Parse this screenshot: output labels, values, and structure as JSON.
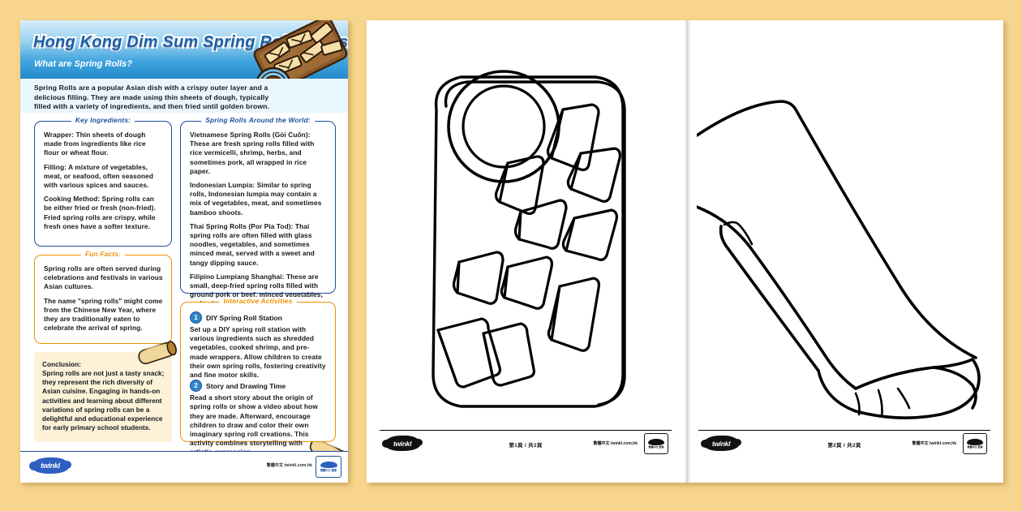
{
  "background_color": "#f7d58c",
  "documents": [
    {
      "id": "factsheet",
      "header": {
        "title": "Hong Kong Dim Sum Spring Rolls Factsheet",
        "subtitle": "What are Spring Rolls?",
        "intro": "Spring Rolls are a popular Asian dish with a crispy outer layer and a delicious filling. They are made using thin sheets of dough, typically filled with a variety of ingredients, and then fried until golden brown.",
        "art": "spring-rolls-on-board-illustration"
      },
      "boxes": {
        "key_ingredients": {
          "label": "Key Ingredients:",
          "accent": "#1b4f9c",
          "paragraphs": [
            "Wrapper: Thin sheets of dough made from ingredients like rice flour or wheat flour.",
            "Filling: A mixture of vegetables, meat, or seafood, often seasoned with various spices and sauces.",
            "Cooking Method: Spring rolls can be either fried or fresh (non-fried). Fried spring rolls are crispy, while fresh ones have a softer texture."
          ]
        },
        "around_the_world": {
          "label": "Spring Rolls Around the World:",
          "accent": "#1b4f9c",
          "paragraphs": [
            "Vietnamese Spring Rolls (Gỏi Cuốn): These are fresh spring rolls filled with rice vermicelli, shrimp, herbs, and sometimes pork, all wrapped in rice paper.",
            "Indonesian Lumpia: Similar to spring rolls, Indonesian lumpia may contain a mix of vegetables, meat, and sometimes bamboo shoots.",
            "Thai Spring Rolls (Por Pia Tod): Thai spring rolls are often filled with glass noodles, vegetables, and sometimes minced meat, served with a sweet and tangy dipping sauce.",
            "Filipino Lumpiang Shanghai: These are small, deep-fried spring rolls filled with ground pork or beef, minced vegetables, and spices."
          ]
        },
        "fun_facts": {
          "label": "Fun Facts:",
          "accent": "#f09000",
          "paragraphs": [
            "Spring rolls are often served during celebrations and festivals in various Asian cultures.",
            "The name \"spring rolls\" might come from the Chinese New Year, where they are traditionally eaten to celebrate the arrival of spring."
          ]
        },
        "activities": {
          "label": "Interactive Activities",
          "accent": "#f09000",
          "items": [
            {
              "number": "1",
              "title": "DIY Spring Roll Station",
              "text": "Set up a DIY spring roll station with various ingredients such as shredded vegetables, cooked shrimp, and pre-made wrappers. Allow children to create their own spring rolls, fostering creativity and fine motor skills."
            },
            {
              "number": "2",
              "title": "Story and Drawing Time",
              "text": "Read a short story about the origin of spring rolls or show a video about how they are made. Afterward, encourage children to draw and color their own imaginary spring roll creations. This activity combines storytelling with artistic expression."
            }
          ]
        },
        "conclusion": {
          "title": "Conclusion:",
          "text": "Spring rolls are not just a tasty snack; they represent the rich diversity of Asian cuisine. Engaging in hands-on activities and learning about different variations of spring rolls can be a delightful and educational experience for early primary school students."
        }
      },
      "footer": {
        "logo": "twinkl",
        "url": "繁體中文 twinkl.com.hk",
        "badge_text": "繁體中文 資源"
      }
    },
    {
      "id": "coloring-spread",
      "pages": [
        {
          "illustration": "spring-rolls-platter-with-dipping-bowl-line-art",
          "footer": {
            "logo": "twinkl",
            "page_number": "第1頁 / 共2頁",
            "url": "繁體中文 twinkl.com.hk",
            "badge_text": "繁體中文 資源"
          }
        },
        {
          "illustration": "single-large-spring-roll-line-art",
          "footer": {
            "logo": "twinkl",
            "page_number": "第2頁 / 共2頁",
            "url": "繁體中文 twinkl.com.hk",
            "badge_text": "繁體中文 資源"
          }
        }
      ]
    }
  ]
}
